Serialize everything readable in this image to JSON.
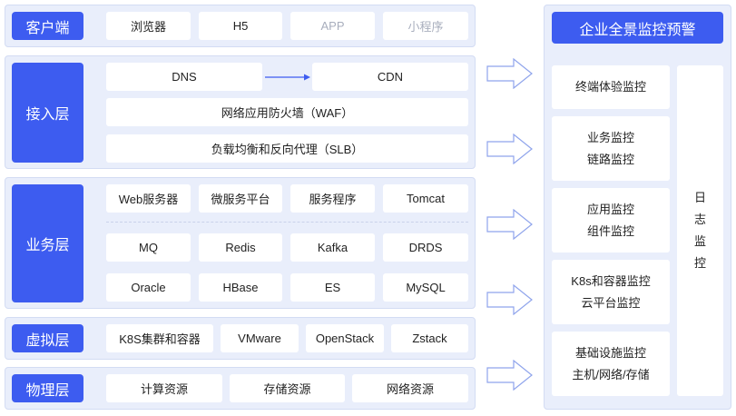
{
  "layers": {
    "client": {
      "label": "客户端",
      "items": [
        "浏览器",
        "H5",
        "APP",
        "小程序"
      ]
    },
    "access": {
      "label": "接入层",
      "dns": "DNS",
      "cdn": "CDN",
      "waf": "网络应用防火墙（WAF）",
      "slb": "负载均衡和反向代理（SLB）"
    },
    "business": {
      "label": "业务层",
      "row1": [
        "Web服务器",
        "微服务平台",
        "服务程序",
        "Tomcat"
      ],
      "row2": [
        "MQ",
        "Redis",
        "Kafka",
        "DRDS"
      ],
      "row3": [
        "Oracle",
        "HBase",
        "ES",
        "MySQL"
      ]
    },
    "virtual": {
      "label": "虚拟层",
      "items": [
        "K8S集群和容器",
        "VMware",
        "OpenStack",
        "Zstack"
      ]
    },
    "physical": {
      "label": "物理层",
      "items": [
        "计算资源",
        "存储资源",
        "网络资源"
      ]
    }
  },
  "monitor": {
    "title": "企业全景监控预警",
    "items": [
      {
        "lines": [
          "终端体验监控"
        ]
      },
      {
        "lines": [
          "业务监控",
          "链路监控"
        ]
      },
      {
        "lines": [
          "应用监控",
          "组件监控"
        ]
      },
      {
        "lines": [
          "K8s和容器监控",
          "云平台监控"
        ]
      },
      {
        "lines": [
          "基础设施监控",
          "主机/网络/存储"
        ]
      }
    ],
    "log": [
      "日",
      "志",
      "监",
      "控"
    ]
  },
  "colors": {
    "accent": "#3d5cf0",
    "panel": "#e9eefb",
    "muted": "#a8aebd"
  }
}
